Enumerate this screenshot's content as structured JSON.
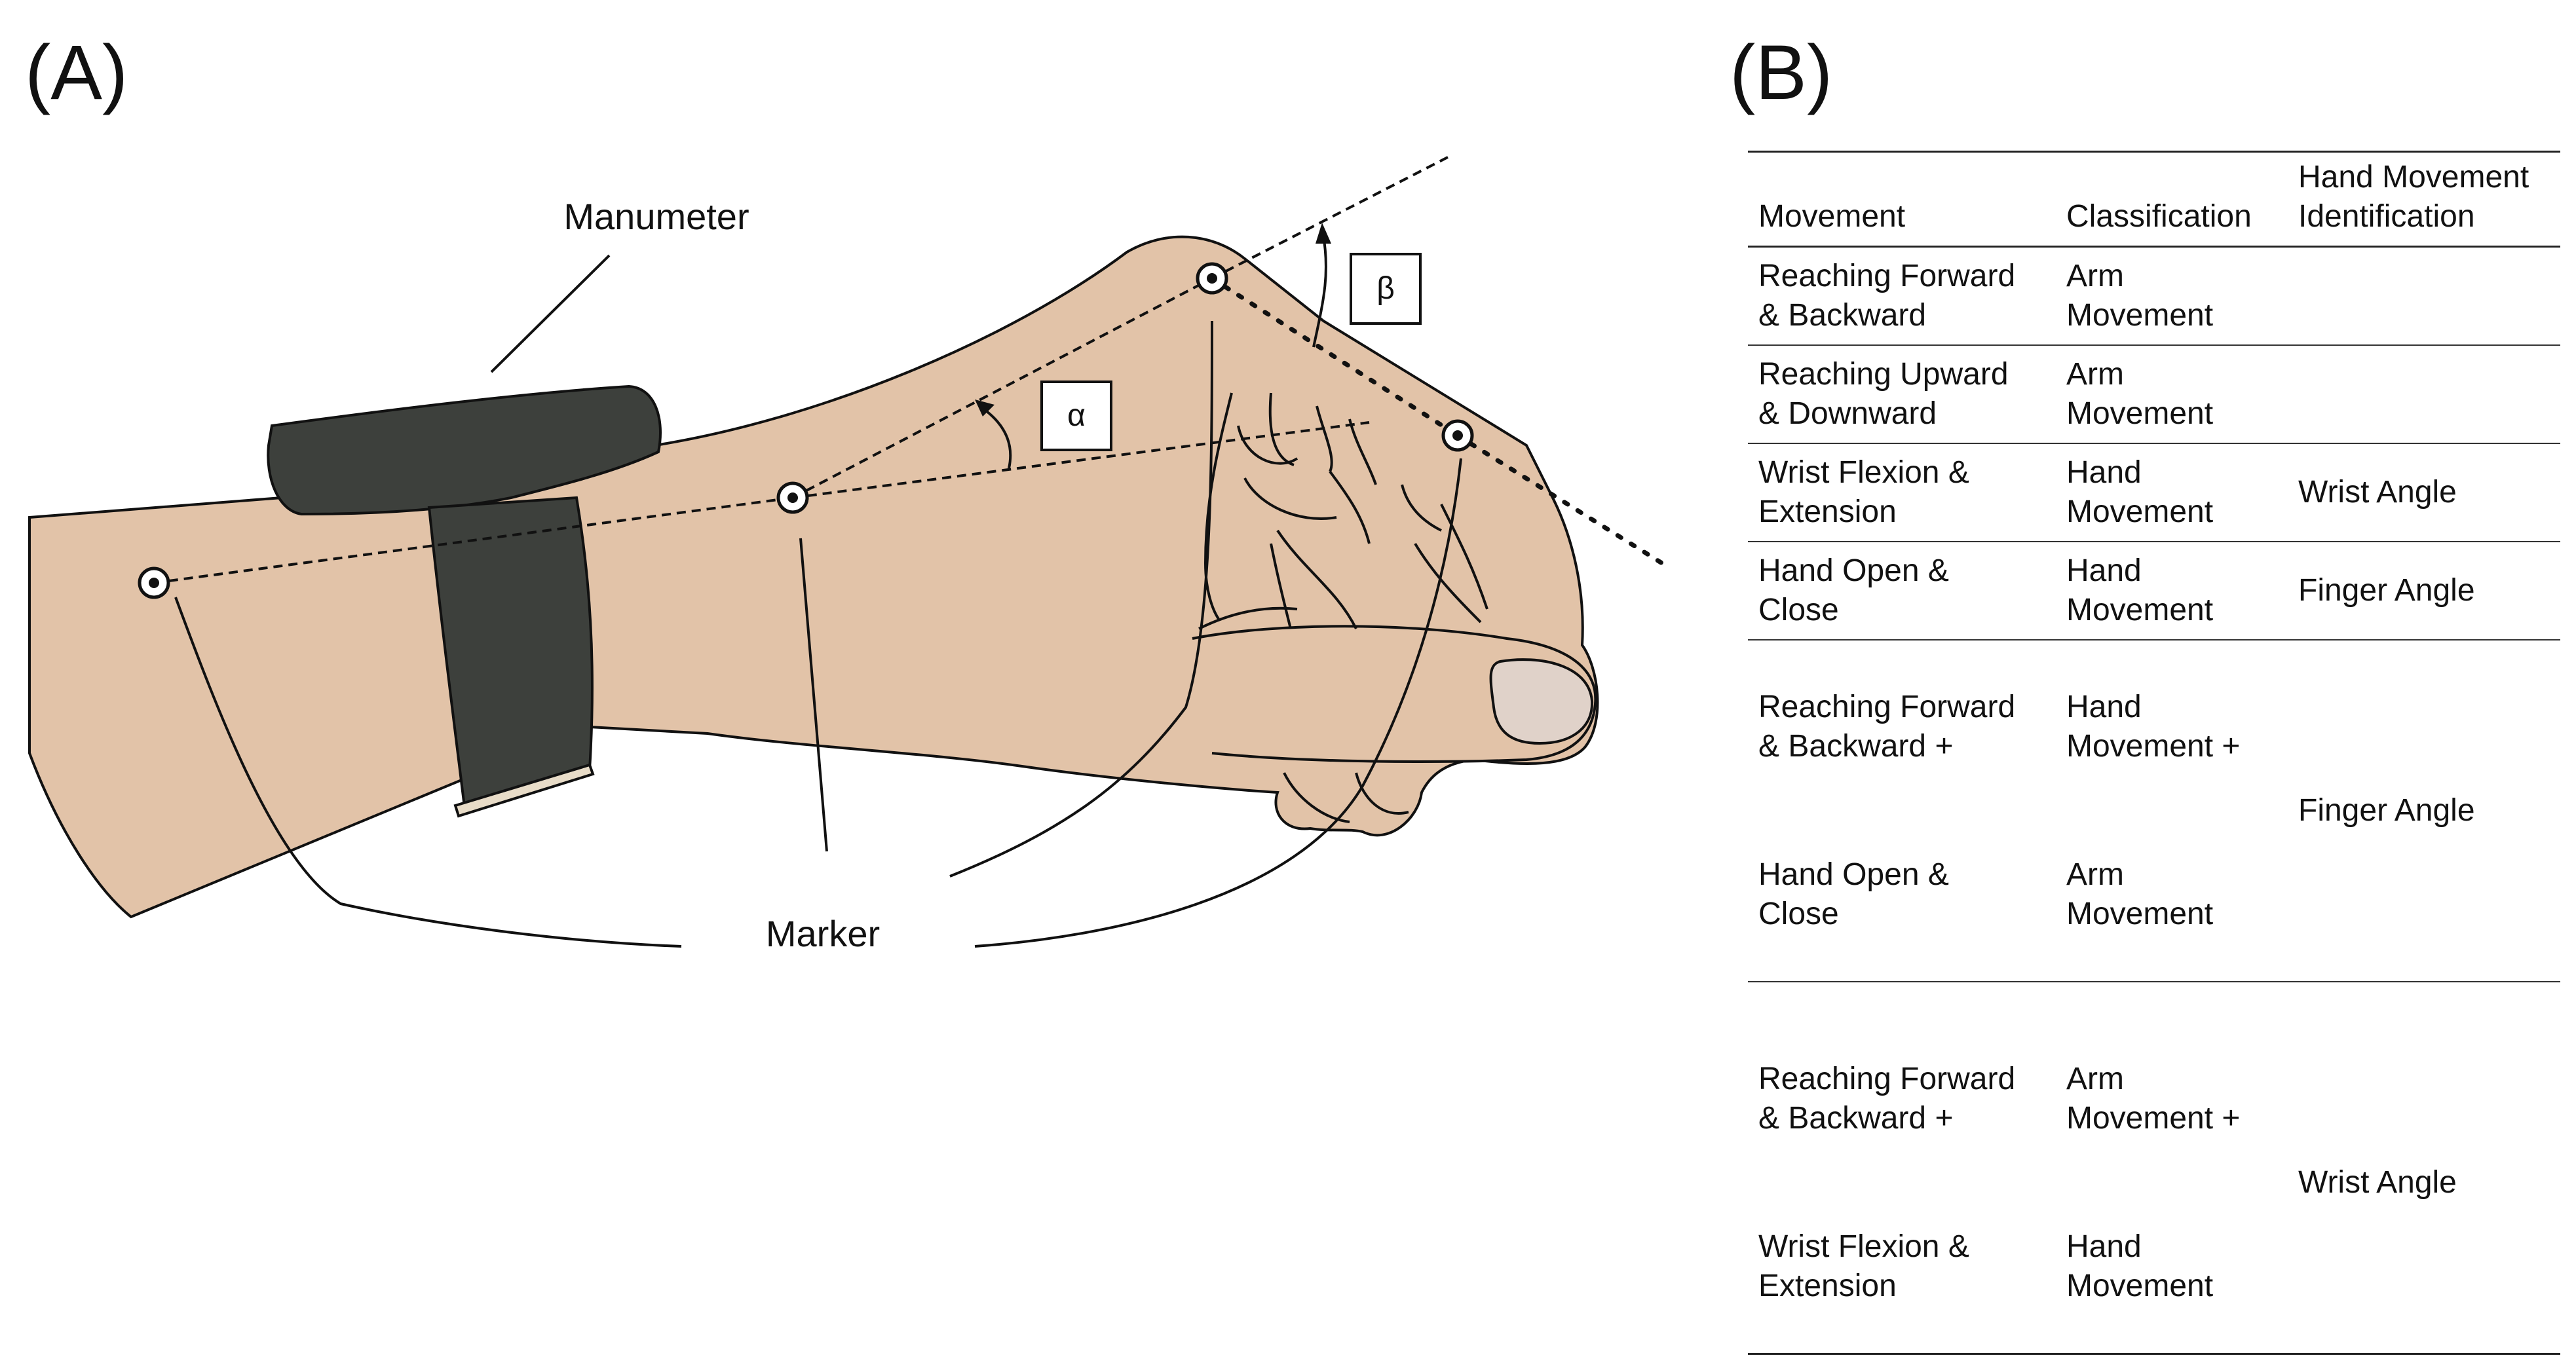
{
  "panels": {
    "a_label": "(A)",
    "b_label": "(B)"
  },
  "diagram": {
    "manumeter_label": "Manumeter",
    "marker_label": "Marker",
    "alpha_label": "α",
    "beta_label": "β",
    "colors": {
      "skin": "#e2c3a8",
      "band": "#3d403c",
      "outline": "#111111",
      "nail": "#e0d2c9"
    }
  },
  "table": {
    "headers": [
      "Movement",
      "Classification",
      "Hand Movement\nIdentification"
    ],
    "rows": [
      {
        "movement": "Reaching Forward\n& Backward",
        "classification": "Arm\nMovement",
        "identification": ""
      },
      {
        "movement": "Reaching Upward\n& Downward",
        "classification": "Arm\nMovement",
        "identification": ""
      },
      {
        "movement": "Wrist Flexion &\nExtension",
        "classification": "Hand\nMovement",
        "identification": "Wrist Angle"
      },
      {
        "movement": "Hand Open &\nClose",
        "classification": "Hand\nMovement",
        "identification": "Finger Angle"
      },
      {
        "movement": [
          "Reaching Forward\n& Backward +",
          "Hand Open &\nClose"
        ],
        "classification": [
          "Hand\nMovement +",
          "Arm\nMovement"
        ],
        "identification": "Finger Angle"
      },
      {
        "movement": [
          "Reaching Forward\n& Backward +",
          "Wrist Flexion &\nExtension"
        ],
        "classification": [
          "Arm\nMovement +",
          "Hand\nMovement"
        ],
        "identification": "Wrist Angle"
      }
    ]
  }
}
